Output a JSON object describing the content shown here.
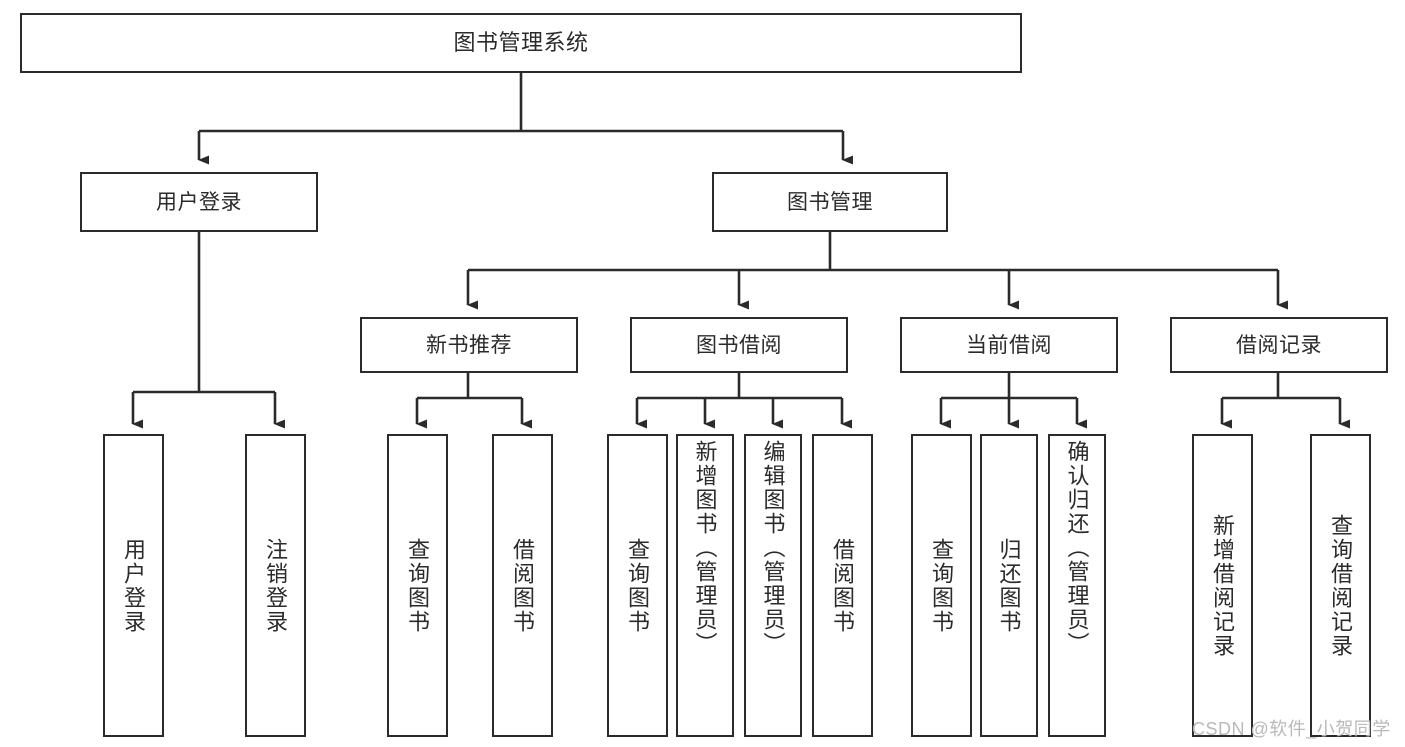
{
  "diagram": {
    "title": "图书管理系统",
    "type": "tree-hierarchy-chart",
    "colors": {
      "box_border": "#2b2b2b",
      "box_fill": "#ffffff",
      "edge": "#2b2b2b",
      "text": "#2b2b2b",
      "watermark": "#b9b9b9",
      "background": "#ffffff"
    },
    "root": {
      "label": "图书管理系统"
    },
    "level2": [
      {
        "label": "用户登录"
      },
      {
        "label": "图书管理"
      }
    ],
    "level3": [
      {
        "label": "新书推荐"
      },
      {
        "label": "图书借阅"
      },
      {
        "label": "当前借阅"
      },
      {
        "label": "借阅记录"
      }
    ],
    "leaves": {
      "user_login": [
        {
          "label": "用户登录"
        },
        {
          "label": "注销登录"
        }
      ],
      "new_book": [
        {
          "label": "查询图书"
        },
        {
          "label": "借阅图书"
        }
      ],
      "book_borrow": [
        {
          "label": "查询图书"
        },
        {
          "label": "新增图书（管理员）"
        },
        {
          "label": "编辑图书（管理员）"
        },
        {
          "label": "借阅图书"
        }
      ],
      "current_borrow": [
        {
          "label": "查询图书"
        },
        {
          "label": "归还图书"
        },
        {
          "label": "确认归还（管理员）"
        }
      ],
      "borrow_record": [
        {
          "label": "新增借阅记录"
        },
        {
          "label": "查询借阅记录"
        }
      ]
    },
    "watermark": "CSDN @软件_小贺同学"
  }
}
